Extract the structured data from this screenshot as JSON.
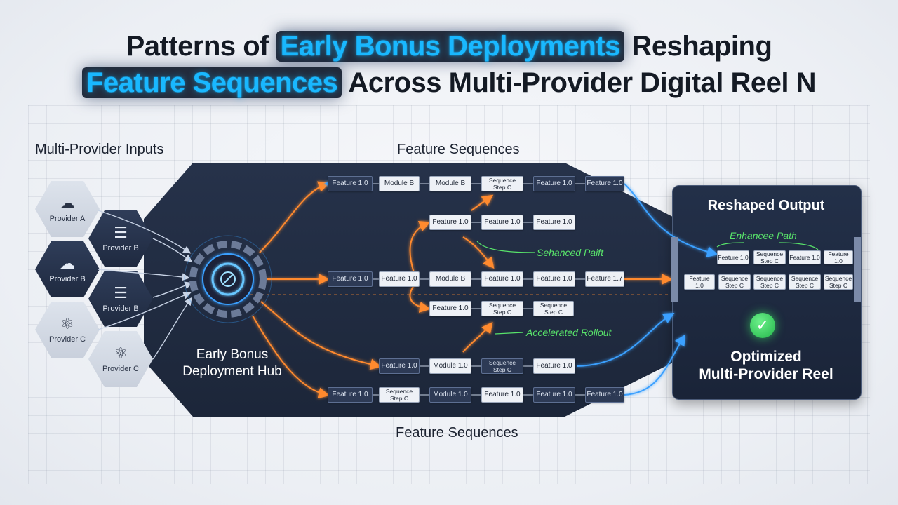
{
  "title": {
    "line1_a": "Patterns of ",
    "line1_hl": "Early Bonus Deployments",
    "line1_b": " Reshaping",
    "line2_hl": "Feature Sequences",
    "line2_b": " Across Multi-Provider Digital Reel N"
  },
  "labels": {
    "inputs": "Multi-Provider Inputs",
    "sequences_top": "Feature Sequences",
    "sequences_bottom": "Feature Sequences",
    "hub_line1": "Early Bonus",
    "hub_line2": "Deployment Hub",
    "output_title": "Reshaped Output",
    "output_line1": "Optimized",
    "output_line2": "Multi-Provider Reel",
    "path_enhance": "Enhancee Path",
    "path_sehanced": "Sehanced Paift",
    "path_accel": "Accelerated Rollout"
  },
  "providers": [
    {
      "label": "Provider A",
      "icon": "cloud-icon",
      "glyph": "☁"
    },
    {
      "label": "Provider B",
      "icon": "server-icon",
      "glyph": "☰"
    },
    {
      "label": "Provider B",
      "icon": "cloud-icon",
      "glyph": "☁"
    },
    {
      "label": "Provider B",
      "icon": "server-icon",
      "glyph": "☰"
    },
    {
      "label": "Provider C",
      "icon": "network-icon",
      "glyph": "⚛"
    },
    {
      "label": "Provider C",
      "icon": "network-icon",
      "glyph": "⚛"
    }
  ],
  "rows": {
    "r1": [
      "Feature 1.0",
      "Module B",
      "Module B",
      "Sequence Step C",
      "Feature 1.0",
      "Feature 1.0"
    ],
    "r2": [
      "Feature 1.0",
      "Feature 1.0",
      "Feature 1.0"
    ],
    "r3": [
      "Feature 1.0",
      "Feature 1.0",
      "Module B",
      "Feature 1.0",
      "Feature 1.0",
      "Feature 1.7"
    ],
    "r4": [
      "Feature 1.0",
      "Sequence Step C",
      "Sequence Step C"
    ],
    "r5": [
      "Feature 1.0",
      "Module 1.0",
      "Sequence Step C",
      "Feature 1.0"
    ],
    "r6": [
      "Feature 1.0",
      "Sequence Step C",
      "Module 1.0",
      "Feature 1.0",
      "Feature 1.0",
      "Feature 1.0"
    ]
  },
  "output_rows": {
    "o1": [
      "Feature 1.0",
      "Sequence Step C",
      "Feature 1.0",
      "Feature 1.0"
    ],
    "o2": [
      "Feature 1.0",
      "Sequence Step C",
      "Sequence Step C",
      "Sequence Step C",
      "Sequence Step C"
    ]
  },
  "colors": {
    "accent": "#19b8ff",
    "orange": "#ff8a2e",
    "blue_line": "#3aa0ff",
    "green": "#58e36a",
    "panel": "#1f2a3f"
  }
}
